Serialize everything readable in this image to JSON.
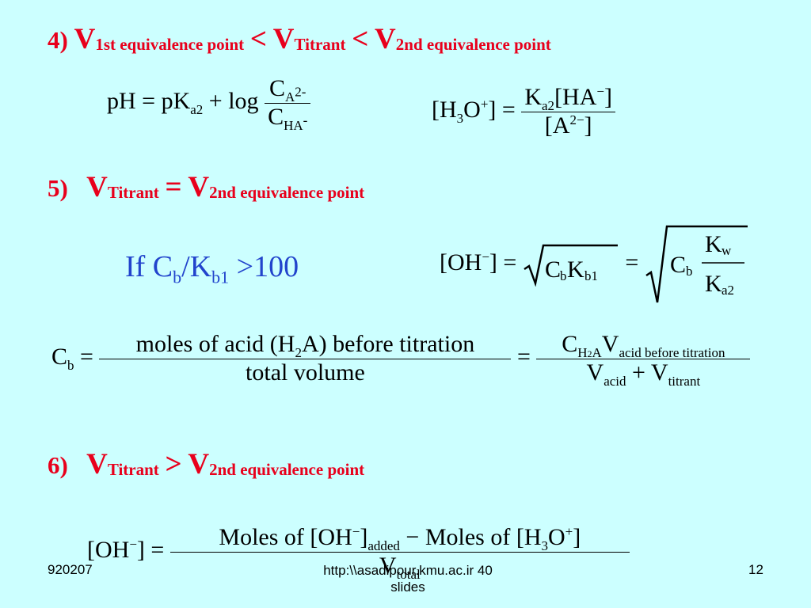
{
  "section4": {
    "number": "4)",
    "v": "V",
    "sub1": "1st equivalence point",
    "lt": "<",
    "sub2": "Titrant",
    "sub3": "2nd equivalence point",
    "eq1": {
      "lhs": "pH = pK",
      "lhs_sub": "a2",
      "plus_log": "+ log",
      "num": "C",
      "num_sub": "A",
      "num_sup": "2-",
      "den": "C",
      "den_sub": "HA",
      "den_sup": "-"
    },
    "eq2": {
      "lhs_a": "[H",
      "lhs_sub": "3",
      "lhs_b": "O",
      "lhs_sup": "+",
      "lhs_c": "] =",
      "num_a": "K",
      "num_sub": "a2",
      "num_b": "[HA",
      "num_sup": "−",
      "num_c": "]",
      "den_a": "[A",
      "den_sup": "2−",
      "den_c": "]"
    }
  },
  "section5": {
    "number": "5)",
    "v": "V",
    "sub1": "Titrant",
    "equals": "=",
    "sub2": "2nd equivalence point",
    "condition": {
      "text_a": "If C",
      "sub_b": "b",
      "text_b": "/K",
      "sub_b1": "b1",
      "text_c": " >100"
    },
    "eq": {
      "lhs": "[OH",
      "lhs_sup": "−",
      "lhs_end": "] =",
      "r1_a": "C",
      "r1_sub1": "b",
      "r1_b": "K",
      "r1_sub2": "b1",
      "eq2": "=",
      "r2": "C",
      "r2_sub": "b",
      "num": "K",
      "num_sub": "w",
      "den": "K",
      "den_sub": "a2"
    },
    "cb": {
      "lhs": "C",
      "lhs_sub": "b",
      "eq1": "=",
      "f1_num_a": "moles of acid (H",
      "f1_num_sub": "2",
      "f1_num_b": "A) before titration",
      "f1_den": "total volume",
      "eq2": "=",
      "f2_num_a": "C",
      "f2_num_sub_a": "H",
      "f2_num_sub_2": "2",
      "f2_num_sub_b": "A",
      "f2_num_b": "V",
      "f2_num_sub_c": "acid before titration",
      "f2_den_a": "V",
      "f2_den_sub_a": "acid",
      "f2_den_plus": "+ V",
      "f2_den_sub_b": "titrant"
    }
  },
  "section6": {
    "number": "6)",
    "v": "V",
    "sub1": "Titrant",
    "gt": ">",
    "sub2": "2nd equivalence point",
    "eq": {
      "lhs": "[OH",
      "lhs_sup": "−",
      "lhs_end": "] =",
      "num_a": "Moles of [OH",
      "num_sup1": "−",
      "num_b": "]",
      "num_sub1": "added",
      "num_c": " − Moles of [H",
      "num_sub2": "3",
      "num_d": "O",
      "num_sup2": "+",
      "num_e": "]",
      "den": "V",
      "den_sub": "total"
    }
  },
  "footer": {
    "left": "920207",
    "center_line1": "http:\\\\asadipour.kmu.ac.ir  40",
    "center_line2": "slides",
    "right": "12"
  }
}
